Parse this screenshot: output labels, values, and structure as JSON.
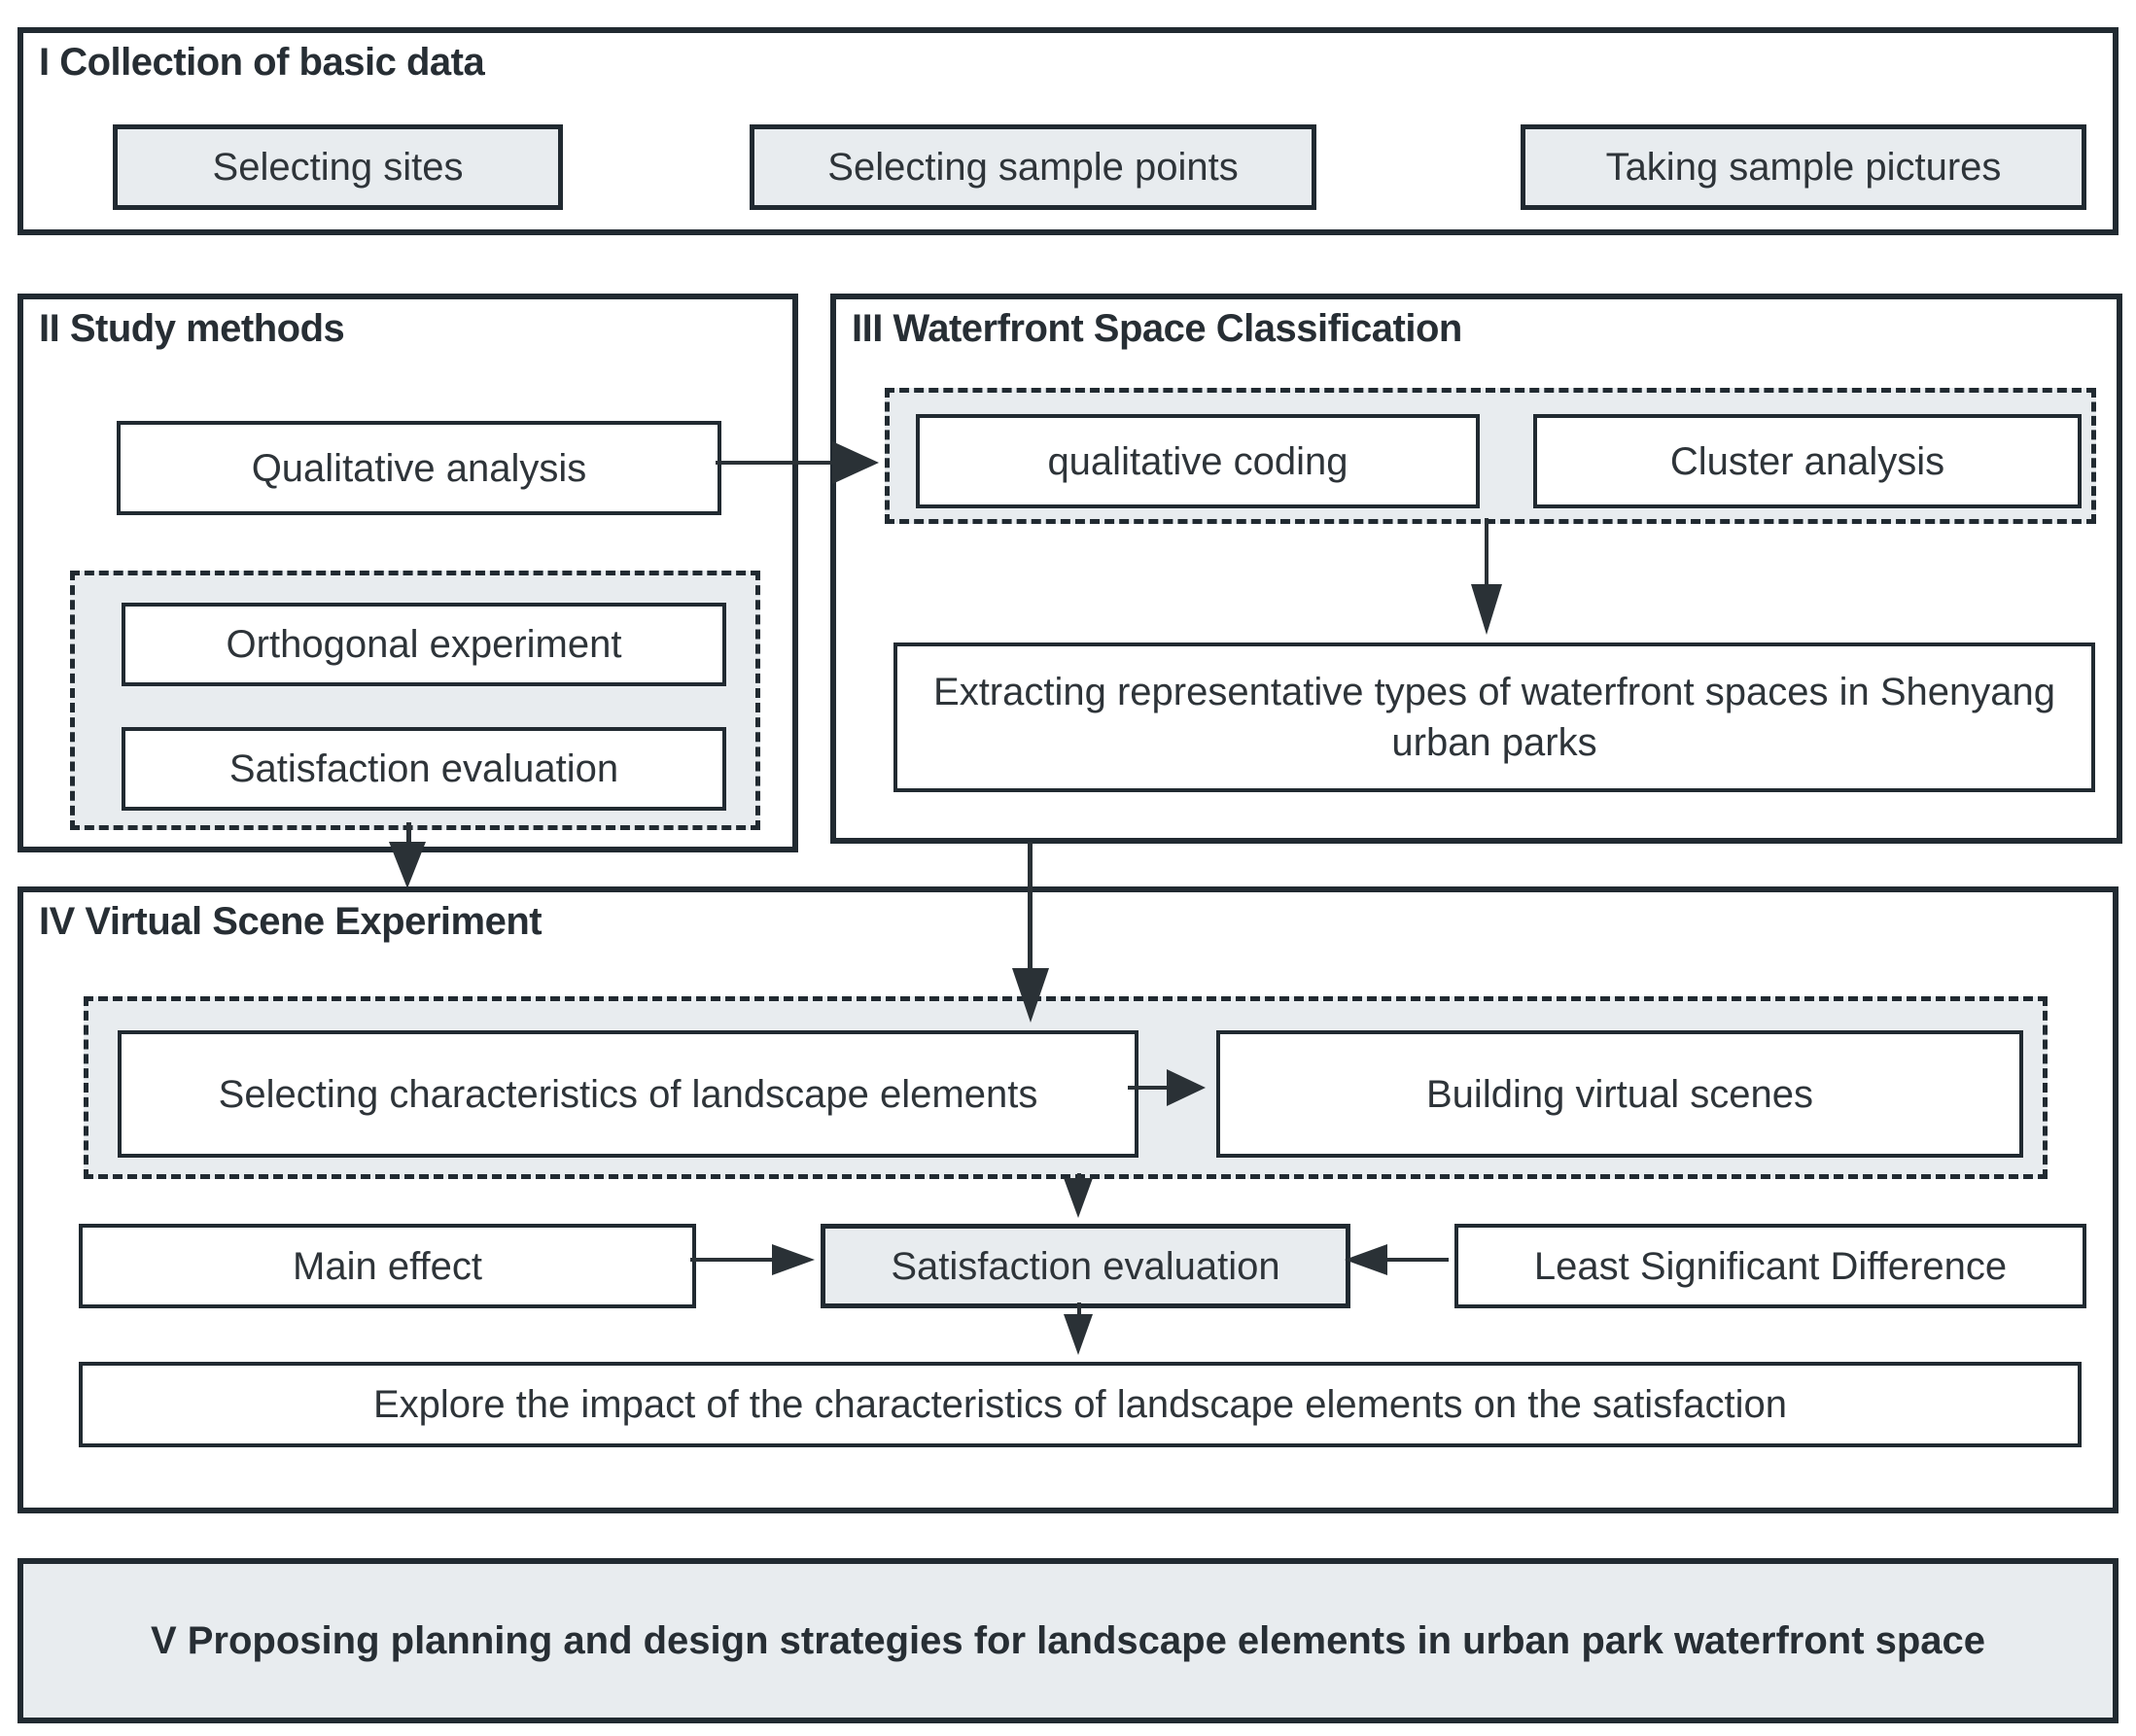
{
  "colors": {
    "line": "#212a31",
    "fill_gray": "#e8ecef",
    "arrow": "#2a3136",
    "text": "#2e3439",
    "background": "#ffffff"
  },
  "sections": {
    "collection": {
      "title": "I Collection of basic data",
      "boxes": [
        "Selecting sites",
        "Selecting sample points",
        "Taking sample pictures"
      ]
    },
    "study_methods": {
      "title": "II Study methods",
      "qualitative_analysis": "Qualitative analysis",
      "orthogonal_experiment": "Orthogonal experiment",
      "satisfaction_evaluation": "Satisfaction evaluation"
    },
    "waterfront_classification": {
      "title": "III Waterfront Space Classification",
      "qualitative_coding": "qualitative coding",
      "cluster_analysis": "Cluster analysis",
      "extracting": "Extracting representative types of waterfront spaces in Shenyang urban parks"
    },
    "virtual_scene": {
      "title": "IV Virtual Scene Experiment",
      "selecting_characteristics": "Selecting characteristics of landscape elements",
      "building_virtual_scenes": "Building virtual scenes",
      "main_effect": "Main effect",
      "satisfaction_evaluation": "Satisfaction evaluation",
      "least_significant_difference": "Least Significant Difference",
      "explore": "Explore the impact of the characteristics of landscape elements on the satisfaction"
    },
    "strategies": {
      "title": "V Proposing planning and design strategies for landscape elements in urban park waterfront space"
    }
  }
}
